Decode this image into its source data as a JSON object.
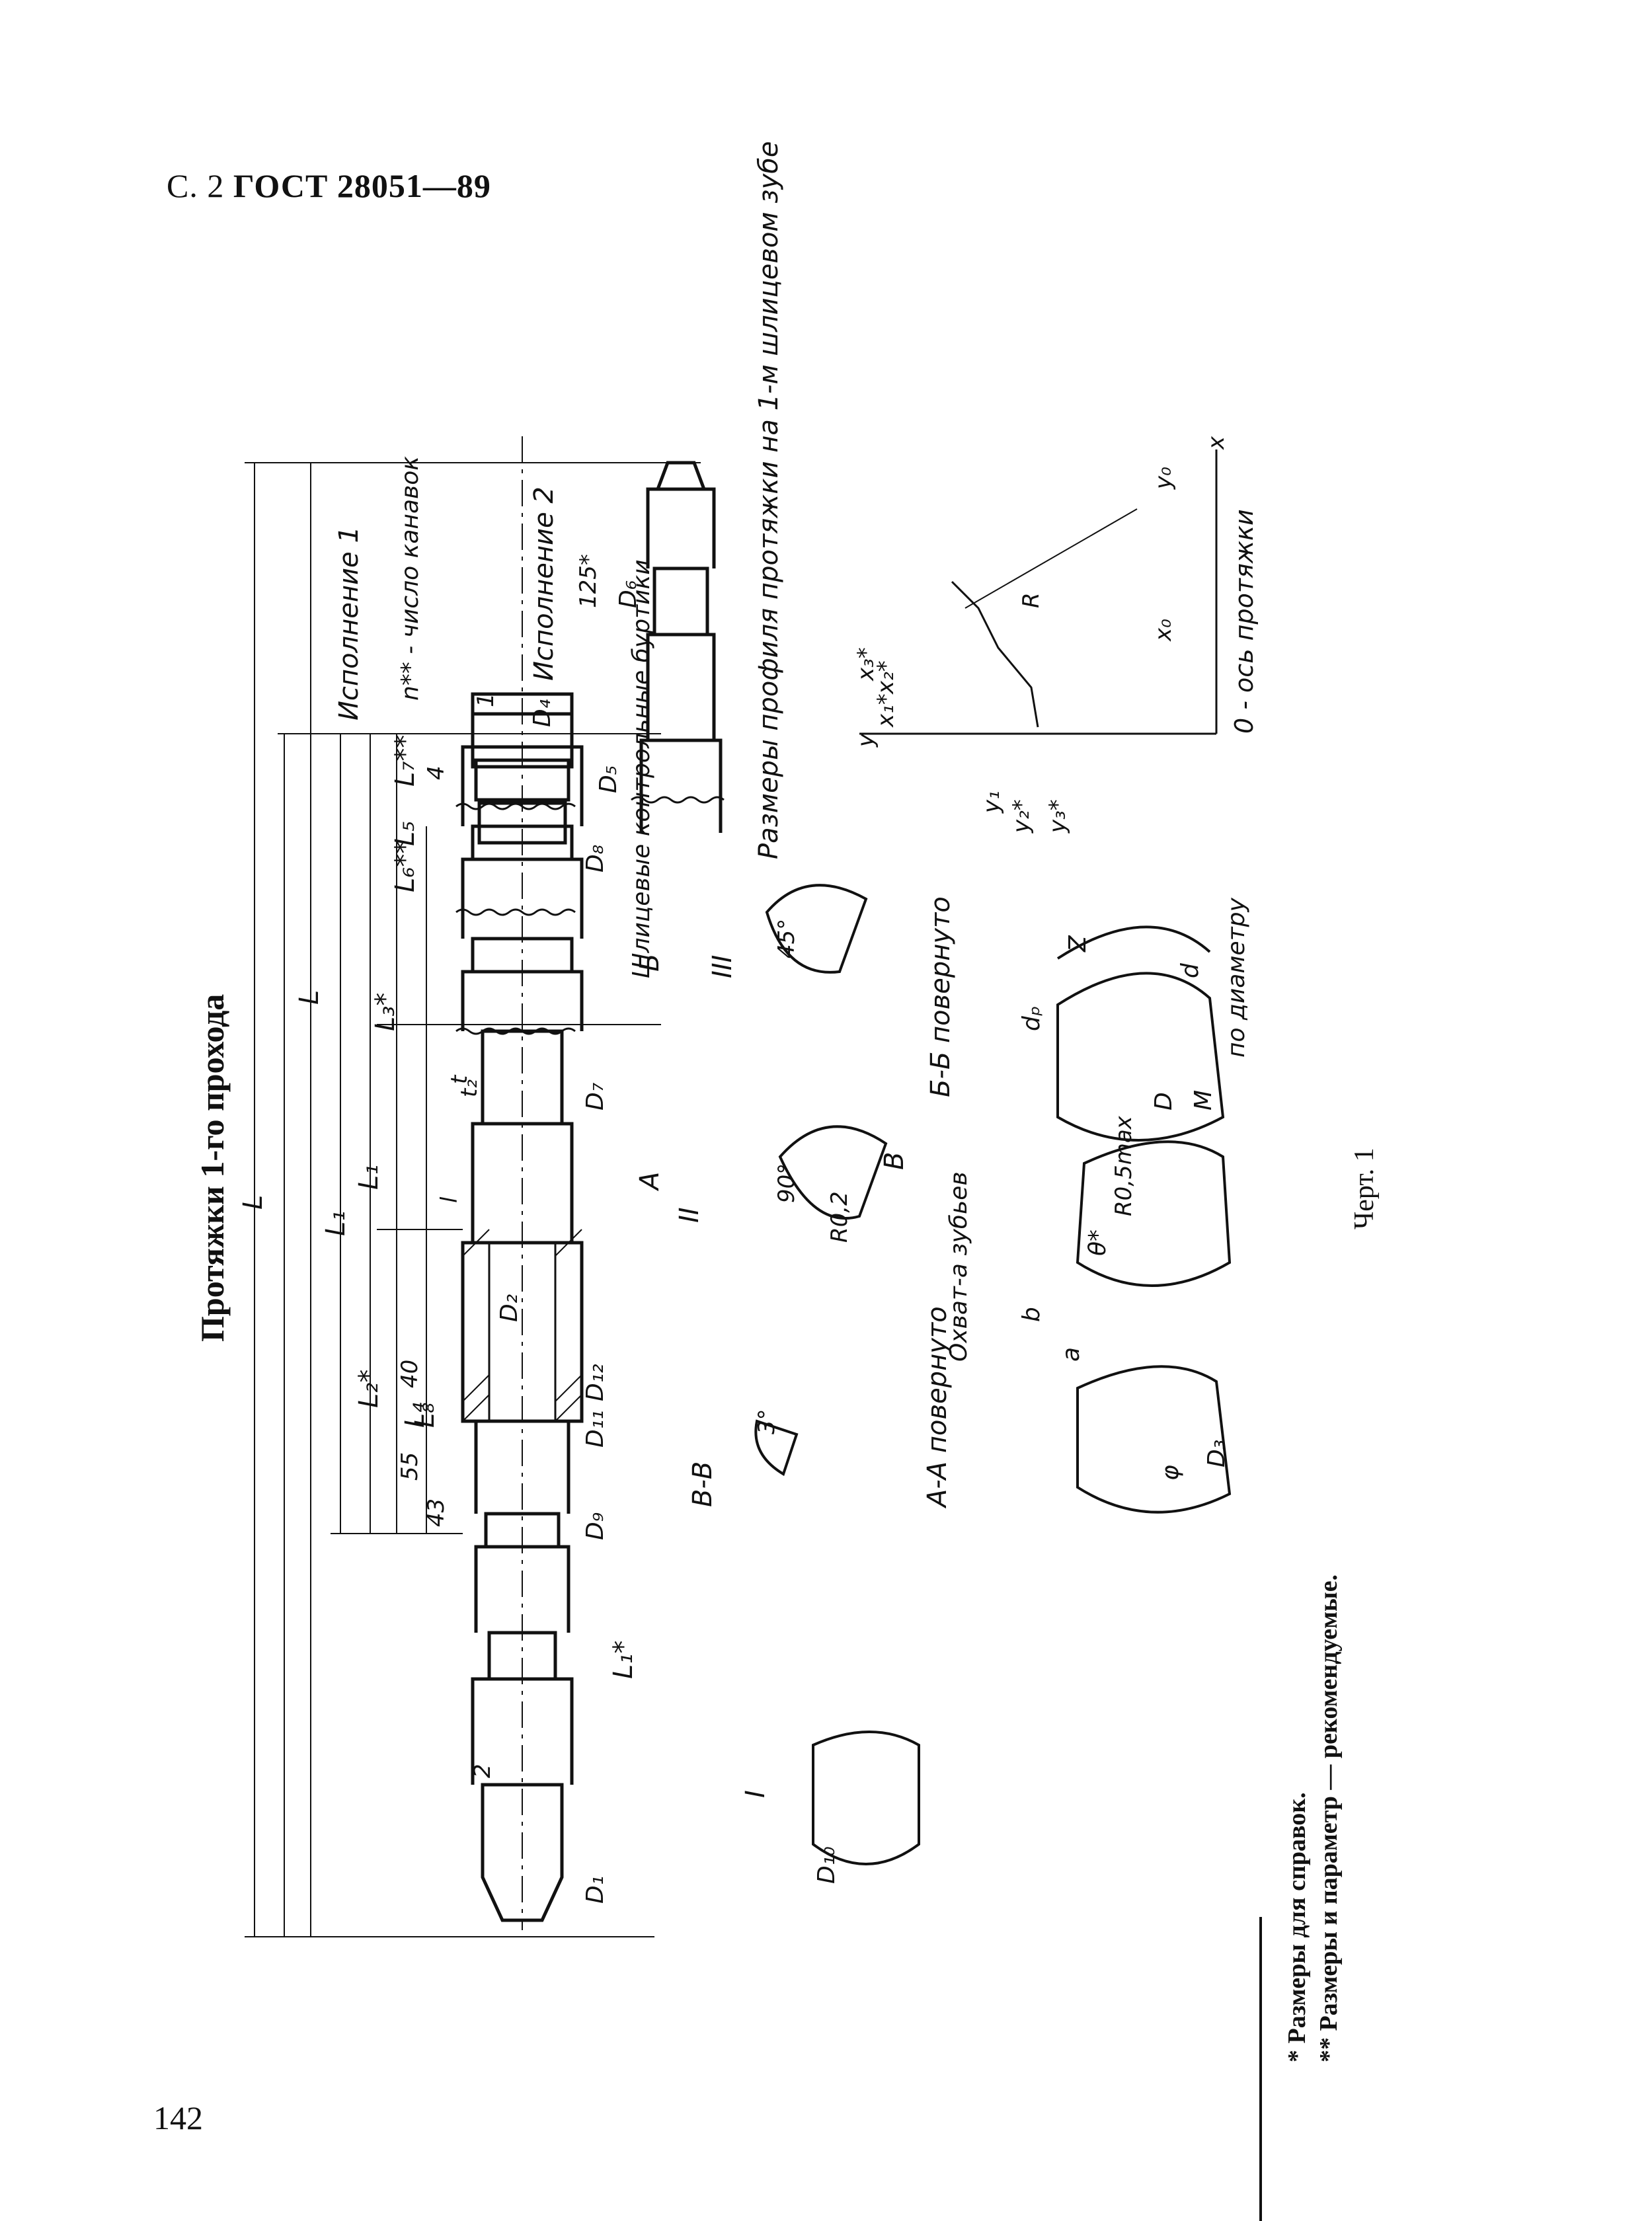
{
  "header": {
    "prefix": "С. 2",
    "standard": "ГОСТ 28051—89"
  },
  "title": "Протяжки 1-го прохода",
  "figure_caption": "Черт. 1",
  "page_number": "142",
  "footnotes": [
    "* Размеры для справок.",
    "** Размеры и параметр — рекомендуемые."
  ],
  "drawing_labels": {
    "overall_lengths": [
      "L",
      "L",
      "L₁",
      "L₁",
      "L₁*",
      "L₂*",
      "L₃*",
      "L₄",
      "L₅",
      "L₆**",
      "L₇**",
      "L₈"
    ],
    "diameters": [
      "D₁",
      "D₂",
      "D₄",
      "D₅",
      "D₆",
      "D₇",
      "D₈",
      "D₉",
      "D₁₀",
      "D₁₁",
      "D₁₂",
      "D₃",
      "D",
      "d",
      "dₚ"
    ],
    "numbers": [
      "40",
      "55",
      "43",
      "125*",
      "4",
      "1",
      "2",
      "t",
      "t₂",
      "l",
      "3°",
      "90°",
      "45°",
      "R0,2",
      "R0,5max"
    ],
    "versions": [
      "Исполнение 1",
      "Исполнение 2"
    ],
    "grooves_note": "n** - число канавок",
    "spline_note": "Шлицевые контрольные буртики",
    "sections": [
      "А-А повернуто",
      "Б-Б повернуто",
      "В-В"
    ],
    "views": [
      "I",
      "II",
      "III",
      "В",
      "Б",
      "А"
    ],
    "tooth_profile_title": "Размеры профиля протяжки на 1-м шлицевом зубе",
    "tooth_axis_note": "0 - ось протяжки",
    "tooth_coords": [
      "x₁*",
      "x₂*",
      "x₃*",
      "x₀",
      "y₀",
      "y₁",
      "y₂*",
      "y₃*",
      "R",
      "x",
      "y"
    ],
    "grip_note": "Охват-a зубьев",
    "measure_note": "по диаметру",
    "measure_letters": [
      "M",
      "Z",
      "b",
      "a",
      "φ",
      "θ*"
    ]
  }
}
